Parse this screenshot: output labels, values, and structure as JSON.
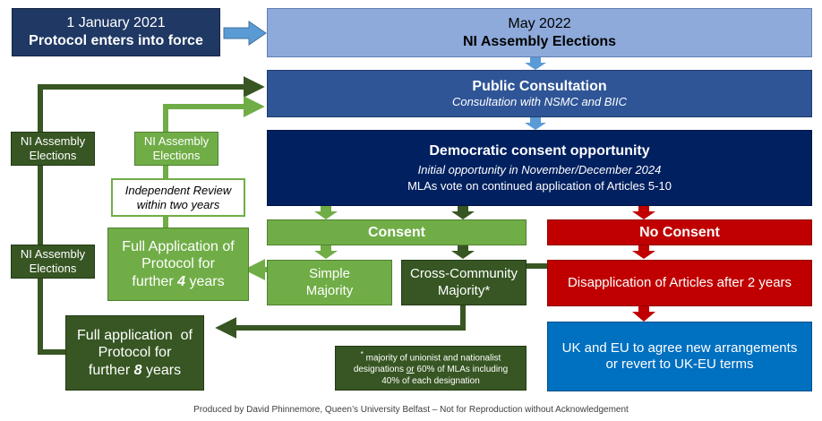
{
  "start": {
    "date": "1 January 2021",
    "title": "Protocol enters into force"
  },
  "elections_2022": {
    "date": "May 2022",
    "title": "NI Assembly Elections"
  },
  "consultation": {
    "title": "Public Consultation",
    "subtitle": "Consultation with NSMC and BIIC"
  },
  "consent_opportunity": {
    "title": "Democratic consent opportunity",
    "subtitle": "Initial opportunity in November/December 2024",
    "line3": "MLAs vote on continued application of Articles 5-10"
  },
  "consent": {
    "label": "Consent"
  },
  "no_consent": {
    "label": "No Consent"
  },
  "simple_majority": {
    "line1": "Simple",
    "line2": "Majority"
  },
  "cross_community": {
    "line1": "Cross-Community",
    "line2": "Majority*"
  },
  "disapplication": {
    "label": "Disapplication of Articles after 2 years"
  },
  "uk_eu": {
    "line1": "UK and EU to agree new arrangements",
    "line2": "or revert to UK-EU terms"
  },
  "full_4": {
    "line1": "Full Application of",
    "line2": "Protocol for",
    "line3_prefix": "further ",
    "years": "4",
    "line3_suffix": " years"
  },
  "full_8": {
    "line1": "Full application  of",
    "line2": "Protocol for",
    "line3_prefix": "further ",
    "years": "8",
    "line3_suffix": " years"
  },
  "review": {
    "line1": "Independent Review",
    "line2": "within two years"
  },
  "ni_elections_labels": [
    {
      "line1": "NI Assembly",
      "line2": "Elections"
    },
    {
      "line1": "NI Assembly",
      "line2": "Elections"
    },
    {
      "line1": "NI Assembly",
      "line2": "Elections"
    }
  ],
  "footnote": {
    "mark": "*",
    "line1": " majority of unionist and nationalist",
    "line2_a": "designations ",
    "line2_or": "or",
    "line2_b": " 60% of MLAs including",
    "line3": "40% of each designation"
  },
  "footer": "Produced by David Phinnemore, Queen’s University Belfast – Not for Reproduction without Acknowledgement",
  "colors": {
    "navy": "#1f3864",
    "light_blue": "#8eaadb",
    "mid_blue": "#2f5597",
    "dark_navy": "#002060",
    "light_green": "#70ad47",
    "dark_green": "#375623",
    "red": "#c00000",
    "blue": "#0070c0",
    "arrow_blue": "#5b9bd5"
  }
}
